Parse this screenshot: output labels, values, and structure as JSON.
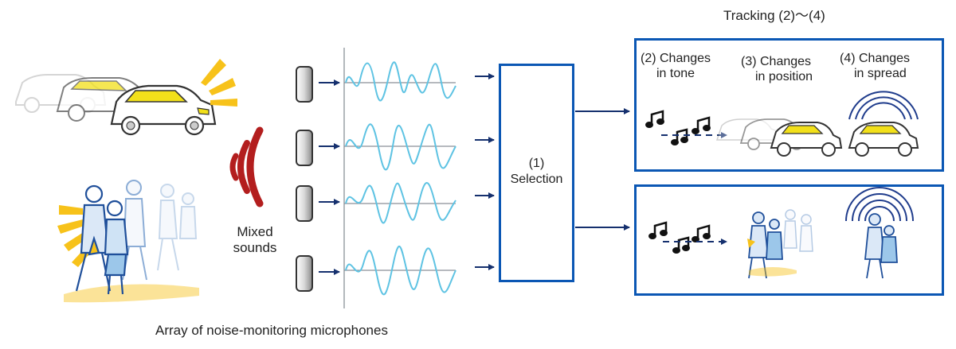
{
  "labels": {
    "tracking_title": "Tracking (2)〜(4)",
    "mixed_sounds_line1": "Mixed",
    "mixed_sounds_line2": "sounds",
    "array_caption": "Array of noise-monitoring microphones",
    "selection_line1": "(1)",
    "selection_line2": "Selection",
    "tone_line1": "(2) Changes",
    "tone_line2": "in tone",
    "position_line1": "(3) Changes",
    "position_line2": "in position",
    "spread_line1": "(4) Changes",
    "spread_line2": "in spread"
  },
  "colors": {
    "box_border": "#0b57b4",
    "arrow": "#15306e",
    "wave": "#5ec3e3",
    "sound_waves_red": "#b31e1e",
    "spread_rings": "#1f3c8c",
    "highlight_yellow": "#f7c21a",
    "car_window": "#f2e01a"
  },
  "icons": [
    "car-group-icon",
    "pedestrian-group-icon",
    "sound-wave-icon",
    "microphone-icon",
    "music-note-icon",
    "spread-rings-icon"
  ]
}
